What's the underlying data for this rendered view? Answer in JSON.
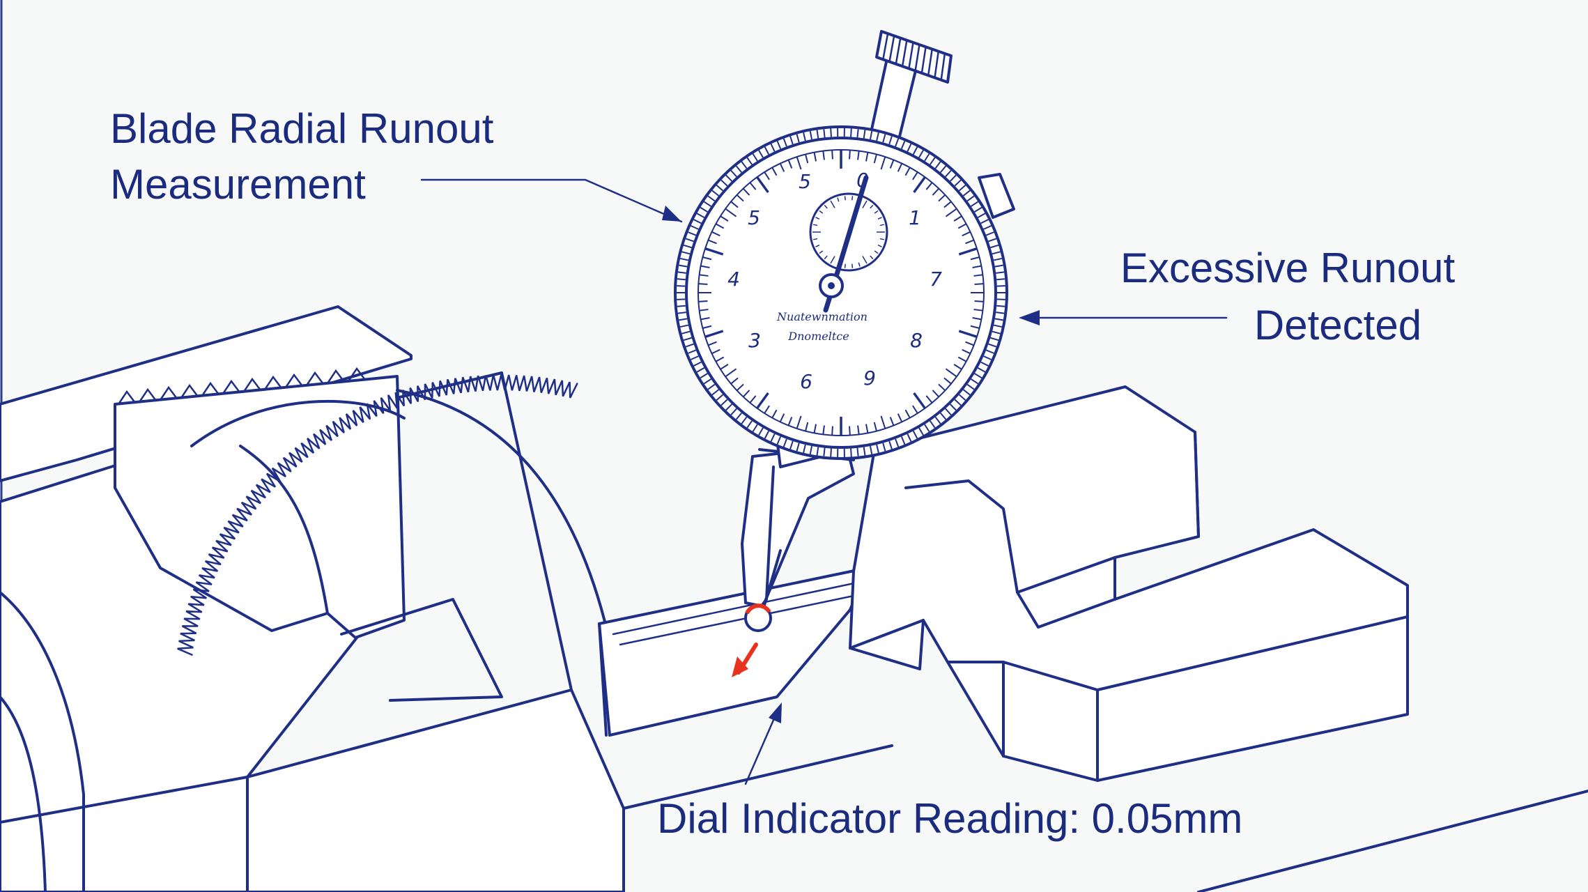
{
  "labels": {
    "radial_line1": "Blade Radial Runout",
    "radial_line2": "Measurement",
    "excessive_line1": "Excessive Runout",
    "excessive_line2": "Detected",
    "reading": "Dial Indicator Reading: 0.05mm"
  },
  "dial": {
    "numbers": [
      "0",
      "1",
      "7",
      "8",
      "9",
      "6",
      "3",
      "4",
      "5",
      "5"
    ],
    "face_line1": "Nuatewnmation",
    "face_line2": "Dnomeltce"
  },
  "colors": {
    "line": "#1f2f86",
    "text": "#1b2b7e",
    "accent": "#e8321e",
    "background": "#f7f8f8"
  }
}
